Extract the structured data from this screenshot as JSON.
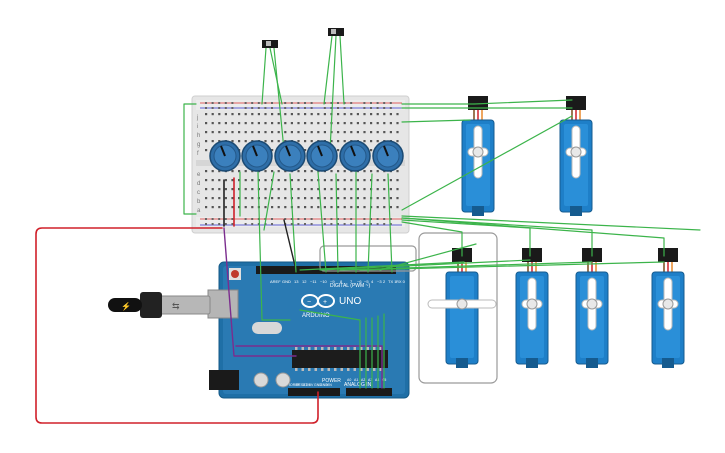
{
  "board": {
    "logo": "ARDUINO",
    "model": "UNO",
    "digital_label": "DIGITAL (PWM ~)",
    "power_label": "POWER",
    "analog_label": "ANALOG IN",
    "aref": "AREF",
    "gnd": "GND",
    "pin_13": "13",
    "pin_12": "12",
    "pin_11": "~11",
    "pin_10": "~10",
    "pin_9": "~9",
    "pin_8": "8",
    "pin_7": "7",
    "pin_6": "~6",
    "pin_5": "~5",
    "pin_4": "4",
    "pin_3": "~3",
    "pin_2": "2",
    "pin_tx": "TX 1",
    "pin_rx": "RX 0",
    "power_pins": [
      "IOREF",
      "RESET",
      "3.3V",
      "5V",
      "GND",
      "GND",
      "VIN"
    ],
    "analog_pins": [
      "A0",
      "A1",
      "A2",
      "A3",
      "A4",
      "A5"
    ]
  },
  "breadboard": {
    "row_letters": [
      "a",
      "b",
      "c",
      "d",
      "e",
      "f",
      "g",
      "h",
      "i",
      "j"
    ],
    "potentiometer_count": 6
  },
  "servos": {
    "count": 6,
    "horn_color": "#ffffff",
    "body_color": "#1e7fc8"
  },
  "colors": {
    "signal_wire": "#3cb44b",
    "power_wire": "#d0202a",
    "ground_wire": "#222222",
    "analog_wire": "#7b2d8e",
    "board_blue": "#1f6fa6",
    "breadboard": "#e8e8e8",
    "knob_blue": "#2e6ea8"
  }
}
